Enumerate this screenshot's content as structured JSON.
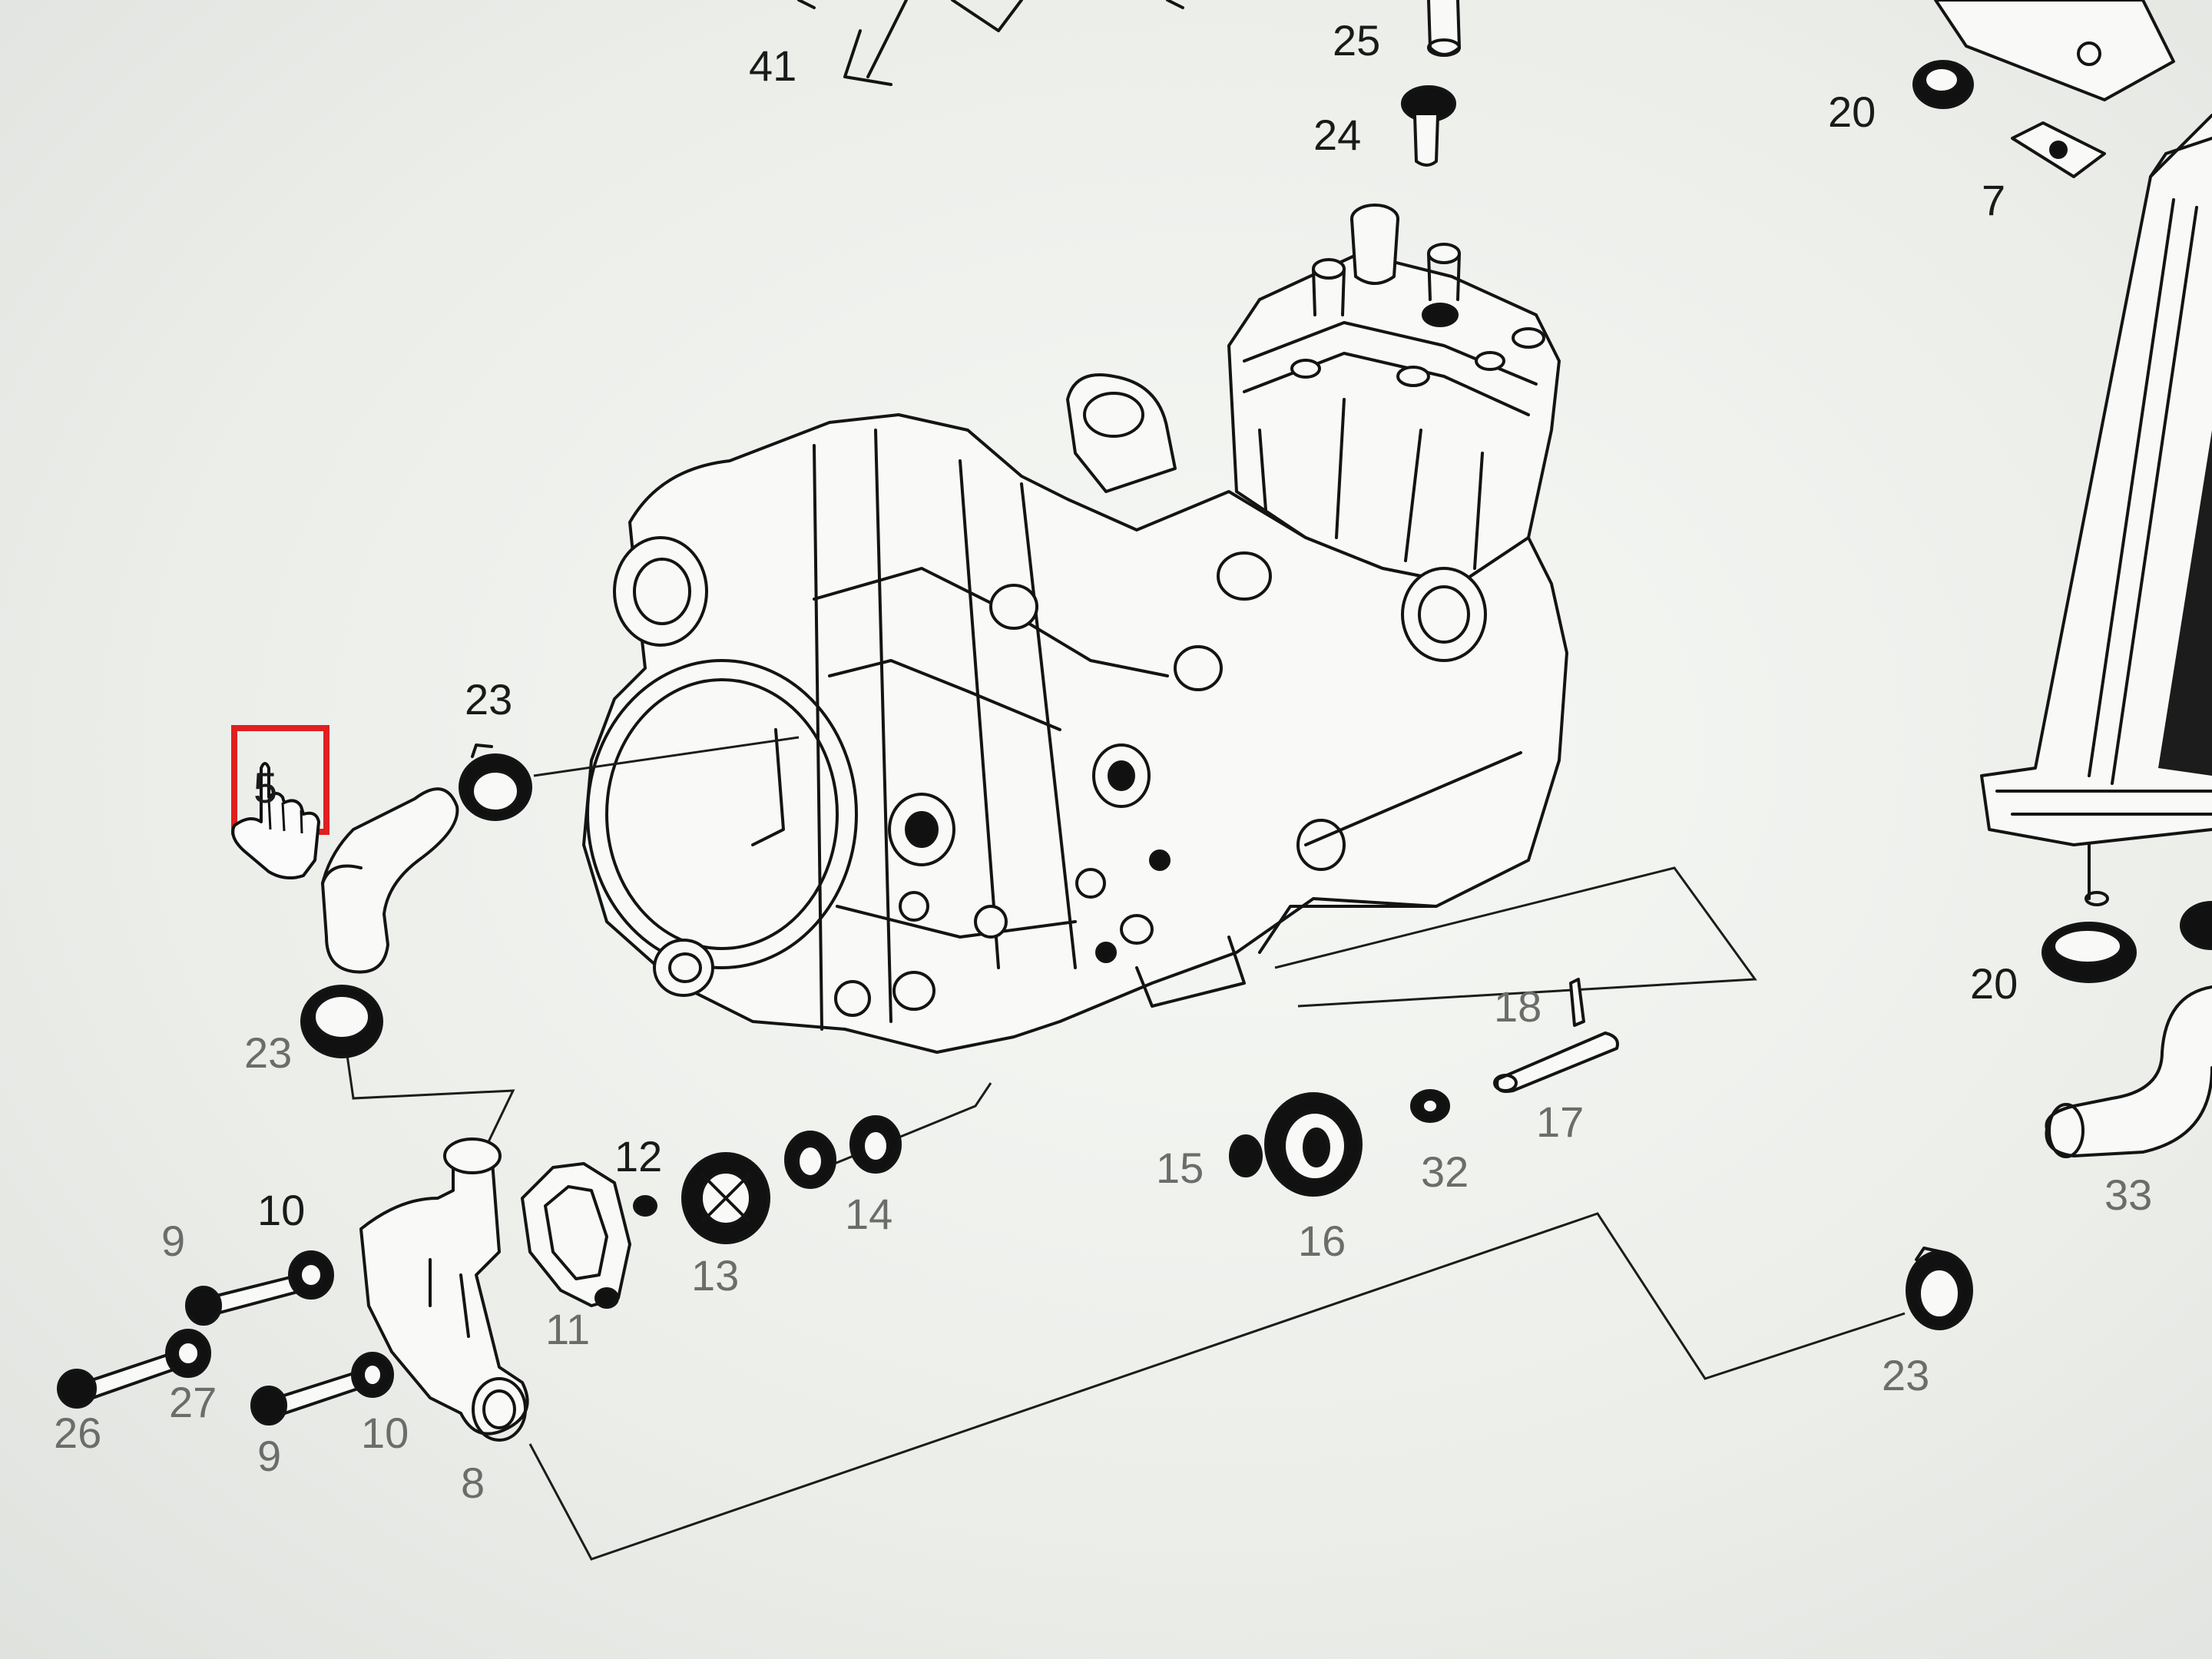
{
  "viewer": {
    "highlight_color": "#e01f1f",
    "cursor_icon": "hand-pointer-icon",
    "highlighted_part": "5"
  },
  "labels": {
    "p41": "41",
    "p25": "25",
    "p24": "24",
    "p20a": "20",
    "p7": "7",
    "p20b": "20",
    "p23a": "23",
    "p23b": "23",
    "p23c": "23",
    "p5": "5",
    "p18": "18",
    "p17": "17",
    "p12": "12",
    "p13": "13",
    "p14": "14",
    "p15": "15",
    "p16": "16",
    "p32": "32",
    "p33": "33",
    "p10a": "10",
    "p10b": "10",
    "p9a": "9",
    "p9b": "9",
    "p11": "11",
    "p26": "26",
    "p27": "27",
    "p8": "8"
  }
}
